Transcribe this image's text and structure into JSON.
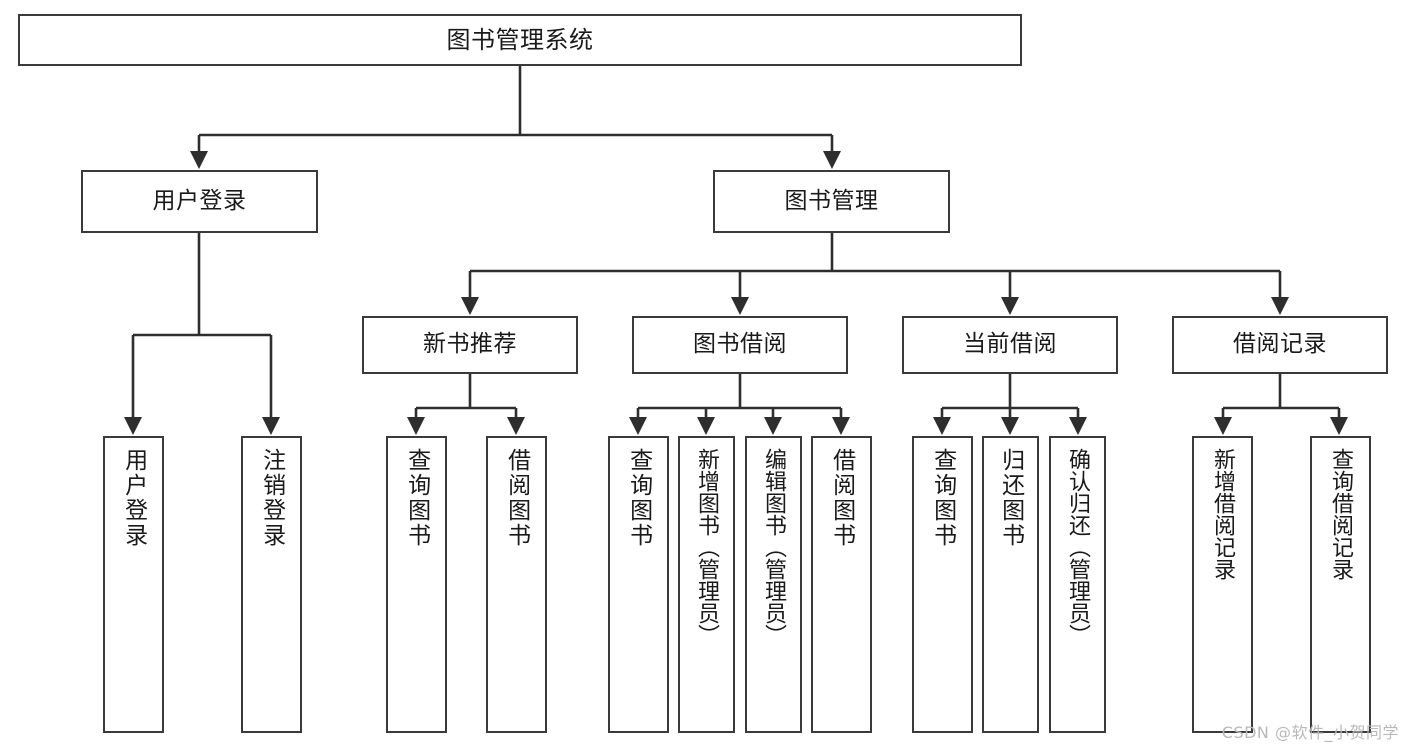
{
  "diagram": {
    "title": "图书管理系统",
    "type": "tree-hierarchy-chart",
    "colors": {
      "box_border": "#3a3a3a",
      "box_fill": "#ffffff",
      "edge": "#2e2e2e",
      "text": "#1a1a1a",
      "watermark": "#b9b9b9"
    },
    "watermark": "CSDN @软件_小贺同学",
    "root": {
      "label": "图书管理系统"
    },
    "level2": [
      {
        "label": "用户登录"
      },
      {
        "label": "图书管理"
      }
    ],
    "level3": [
      {
        "label": "新书推荐"
      },
      {
        "label": "图书借阅"
      },
      {
        "label": "当前借阅"
      },
      {
        "label": "借阅记录"
      }
    ],
    "leaves": [
      {
        "label": "用户登录",
        "parent": "用户登录"
      },
      {
        "label": "注销登录",
        "parent": "用户登录"
      },
      {
        "label": "查询图书",
        "parent": "新书推荐"
      },
      {
        "label": "借阅图书",
        "parent": "新书推荐"
      },
      {
        "label": "查询图书",
        "parent": "图书借阅"
      },
      {
        "label": "新增图书（管理员）",
        "parent": "图书借阅"
      },
      {
        "label": "编辑图书（管理员）",
        "parent": "图书借阅"
      },
      {
        "label": "借阅图书",
        "parent": "图书借阅"
      },
      {
        "label": "查询图书",
        "parent": "当前借阅"
      },
      {
        "label": "归还图书",
        "parent": "当前借阅"
      },
      {
        "label": "确认归还（管理员）",
        "parent": "当前借阅"
      },
      {
        "label": "新增借阅记录",
        "parent": "借阅记录"
      },
      {
        "label": "查询借阅记录",
        "parent": "借阅记录"
      }
    ]
  }
}
